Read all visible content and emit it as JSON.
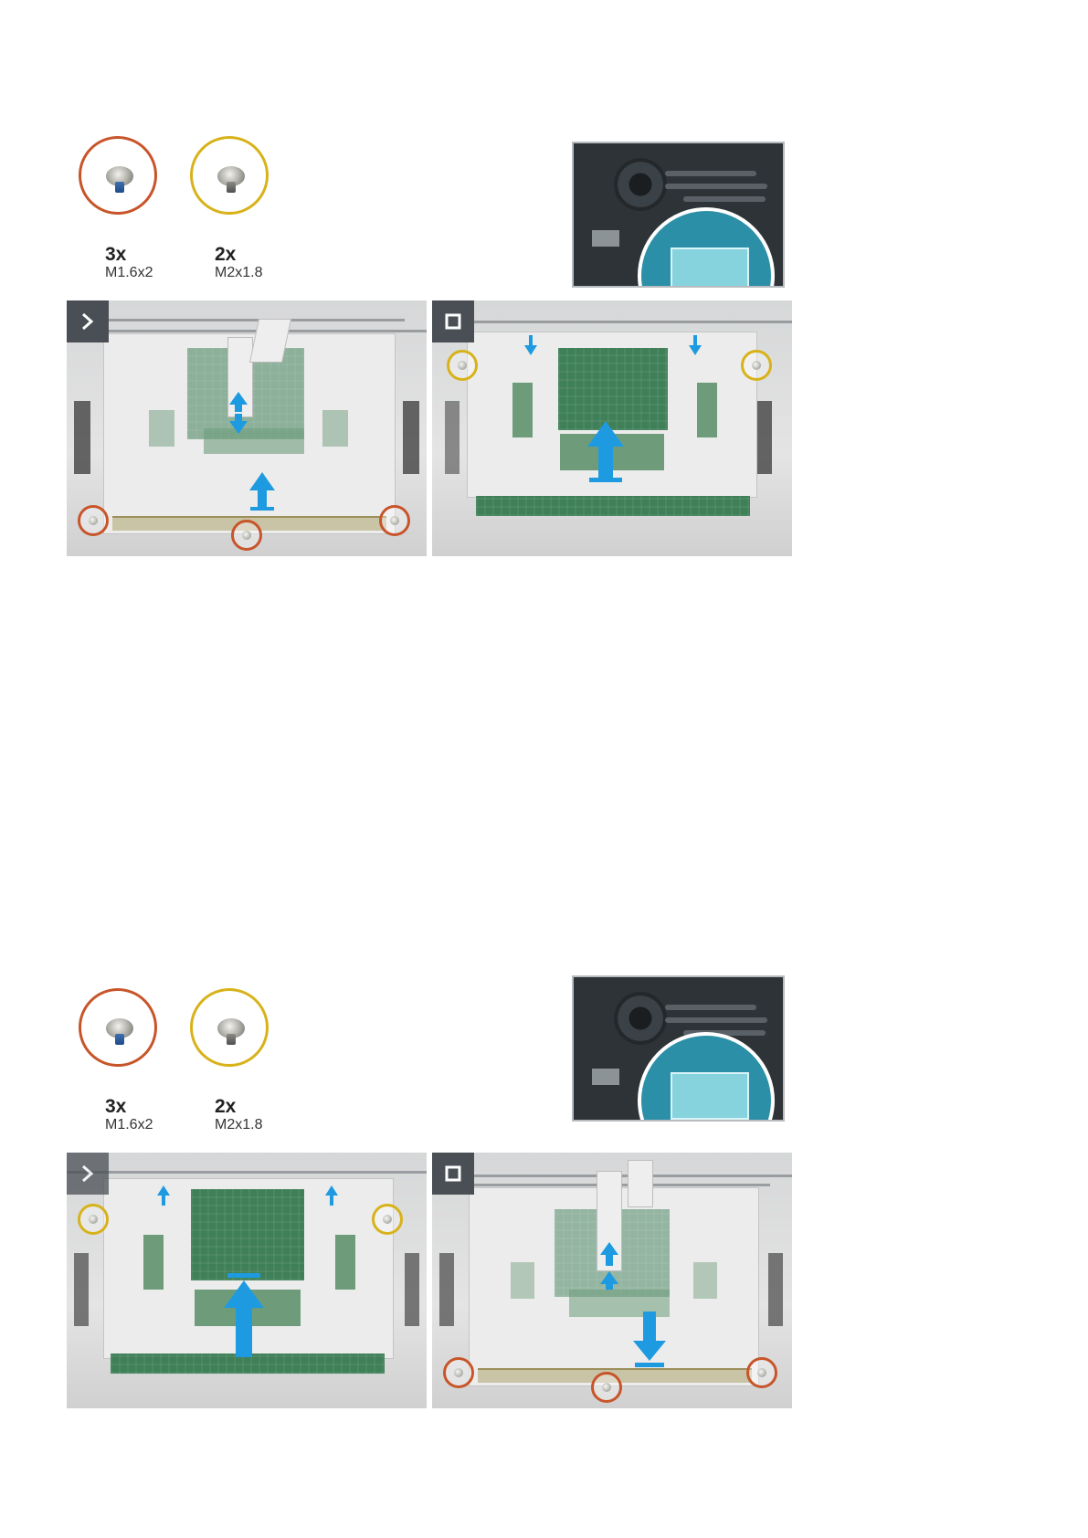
{
  "figures": [
    {
      "id": "removal",
      "screws": [
        {
          "count": "3x",
          "size": "M1.6x2",
          "ring_color": "#c8552a",
          "icon": "screw-m1.6x2-icon"
        },
        {
          "count": "2x",
          "size": "M2x1.8",
          "ring_color": "#d8b21a",
          "icon": "screw-m2x1.8-icon"
        }
      ],
      "panels": [
        {
          "step_icon": "next-step-chevron-icon"
        },
        {
          "step_icon": "final-step-square-icon"
        }
      ]
    },
    {
      "id": "installation",
      "screws": [
        {
          "count": "3x",
          "size": "M1.6x2",
          "ring_color": "#c8552a",
          "icon": "screw-m1.6x2-icon"
        },
        {
          "count": "2x",
          "size": "M2x1.8",
          "ring_color": "#d8b21a",
          "icon": "screw-m2x1.8-icon"
        }
      ],
      "panels": [
        {
          "step_icon": "next-step-chevron-icon"
        },
        {
          "step_icon": "final-step-square-icon"
        }
      ]
    }
  ],
  "colors": {
    "arrow": "#1e9be0",
    "screw_ring_m16": "#c8552a",
    "screw_ring_m2": "#d8b21a",
    "touchpad": "#3f8058"
  }
}
